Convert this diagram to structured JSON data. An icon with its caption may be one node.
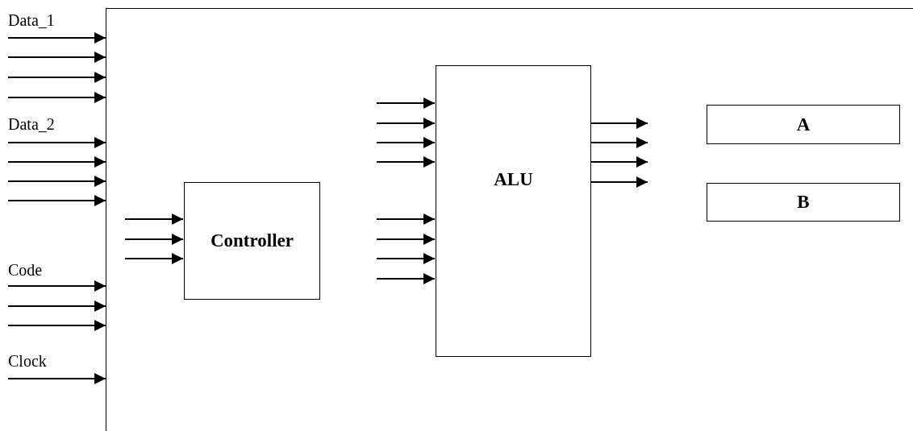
{
  "diagram": {
    "nodes": [
      {
        "text": [],
        "shape": "box"
      },
      {
        "text": [
          "Controller"
        ],
        "in": 0
      },
      {
        "text": [
          "ALU"
        ],
        "in": 0
      },
      {
        "text": [
          "A"
        ],
        "in": 0
      },
      {
        "text": [
          "B"
        ],
        "in": 0
      }
    ],
    "edges": [
      {
        "from": null,
        "to": 0,
        "arrow": "to"
      },
      {
        "from": null,
        "to": 0,
        "arrow": "to"
      },
      {
        "from": null,
        "to": 0,
        "arrow": "to"
      },
      {
        "from": null,
        "to": 0,
        "arrow": "to"
      },
      {
        "from": null,
        "to": 0,
        "arrow": "to"
      },
      {
        "from": null,
        "to": 0,
        "arrow": "to"
      },
      {
        "from": null,
        "to": 0,
        "arrow": "to"
      },
      {
        "from": null,
        "to": 0,
        "arrow": "to"
      },
      {
        "from": null,
        "to": 0,
        "arrow": "to"
      },
      {
        "from": null,
        "to": 0,
        "arrow": "to"
      },
      {
        "from": null,
        "to": 0,
        "arrow": "to"
      },
      {
        "from": null,
        "to": 0,
        "arrow": "to"
      },
      {
        "from": null,
        "to": 1,
        "arrow": "to"
      },
      {
        "from": null,
        "to": 1,
        "arrow": "to"
      },
      {
        "from": null,
        "to": 1,
        "arrow": "to"
      },
      {
        "from": null,
        "to": 2,
        "arrow": "to"
      },
      {
        "from": null,
        "to": 2,
        "arrow": "to"
      },
      {
        "from": null,
        "to": 2,
        "arrow": "to"
      },
      {
        "from": null,
        "to": 2,
        "arrow": "to"
      },
      {
        "from": null,
        "to": 2,
        "arrow": "to"
      },
      {
        "from": null,
        "to": 2,
        "arrow": "to"
      },
      {
        "from": null,
        "to": 2,
        "arrow": "to"
      },
      {
        "from": null,
        "to": 2,
        "arrow": "to"
      },
      {
        "from": 2,
        "to": null,
        "arrow": "to"
      },
      {
        "from": 2,
        "to": null,
        "arrow": "to"
      },
      {
        "from": 2,
        "to": null,
        "arrow": "to"
      },
      {
        "from": 2,
        "to": null,
        "arrow": "to"
      }
    ],
    "labels": [
      "Data_1",
      "Data_2",
      "Code",
      "Clock"
    ]
  }
}
